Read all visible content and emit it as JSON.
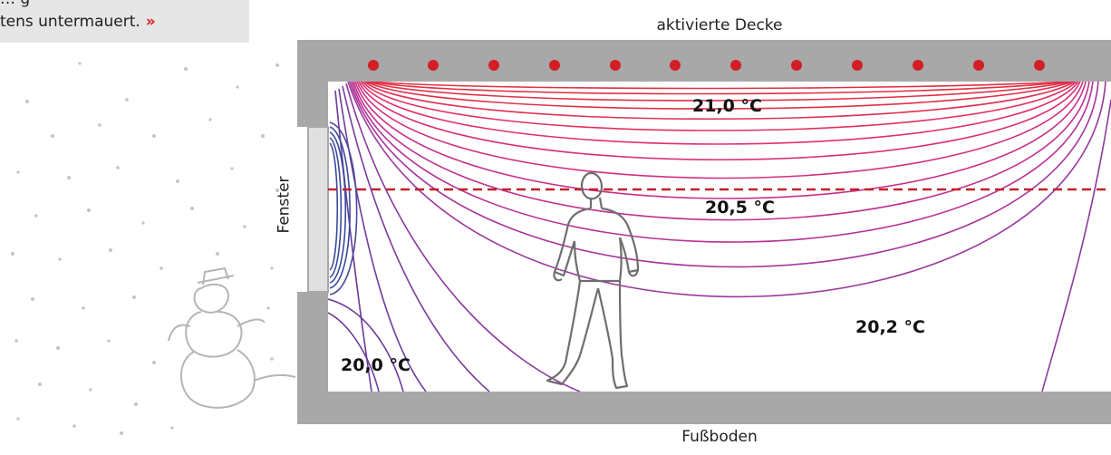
{
  "teaser": {
    "line1": "… g",
    "line2": "tens untermauert.",
    "link": "»"
  },
  "labels": {
    "ceiling": "aktivierte Decke",
    "floor": "Fußboden",
    "window": "Fenster"
  },
  "temperatures": {
    "t210": "21,0 °C",
    "t205": "20,5 °C",
    "t202": "20,2 °C",
    "t200": "20,0 °C"
  },
  "colors": {
    "wall": "#a8a8a8",
    "ceiling_dots": "#d41e26",
    "comfort_line": "#c2202a",
    "isotherm_warm": "#e0304a",
    "isotherm_mid": "#c0308a",
    "isotherm_cool": "#6a3a9a",
    "isotherm_cold": "#3a4a9a"
  }
}
